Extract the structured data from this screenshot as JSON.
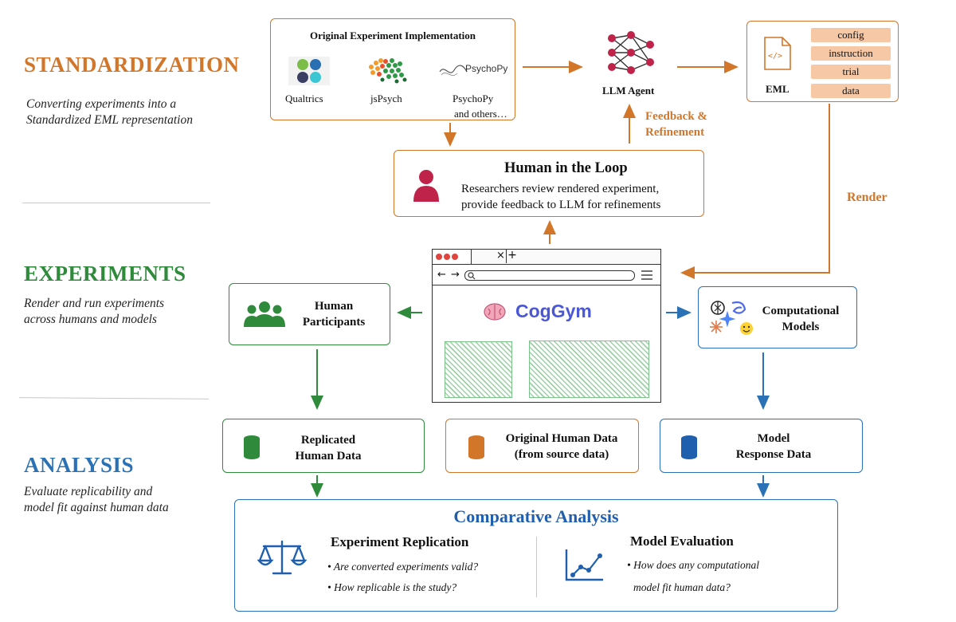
{
  "sections": {
    "standardization": {
      "title": "STANDARDIZATION",
      "desc1": "Converting experiments into a",
      "desc2": "Standardized EML representation",
      "color": "#d2762a"
    },
    "experiments": {
      "title": "EXPERIMENTS",
      "desc1": "Render and run experiments",
      "desc2": "across humans and models",
      "color": "#2f8a3c"
    },
    "analysis": {
      "title": "ANALYSIS",
      "desc1": "Evaluate replicability and",
      "desc2": "model fit against human data",
      "color": "#2a72b5"
    }
  },
  "original_impl": {
    "title": "Original Experiment Implementation",
    "qualtrics": "Qualtrics",
    "jspsych": "jsPsych",
    "psychopy": "PsychoPy",
    "psychopy_logo": "PsychoPy",
    "others": "and others…"
  },
  "llm_agent": {
    "label": "LLM Agent"
  },
  "eml": {
    "label": "EML",
    "file_glyph": "</>",
    "tags": [
      "config",
      "instruction",
      "trial",
      "data"
    ]
  },
  "feedback": {
    "line1": "Feedback &",
    "line2": "Refinement"
  },
  "render": {
    "label": "Render"
  },
  "human_loop": {
    "title": "Human in the Loop",
    "line1": "Researchers review rendered experiment,",
    "line2": "provide feedback to LLM for  refinements"
  },
  "browser": {
    "app_name": "CogGym",
    "tab_close": "×",
    "tab_new": "+",
    "nav_back": "←",
    "nav_forward": "→"
  },
  "human_participants": {
    "line1": "Human",
    "line2": "Participants"
  },
  "computational_models": {
    "line1": "Computational",
    "line2": "Models"
  },
  "replicated": {
    "line1": "Replicated",
    "line2": "Human Data"
  },
  "original_data": {
    "line1": "Original Human Data",
    "line2": "(from source data)"
  },
  "model_response": {
    "line1": "Model",
    "line2": "Response Data"
  },
  "comparative": {
    "title": "Comparative Analysis",
    "replication": {
      "title": "Experiment Replication",
      "q1": "• Are converted experiments valid?",
      "q2": "• How replicable is the study?"
    },
    "evaluation": {
      "title": "Model Evaluation",
      "q1": "• How does any computational",
      "q2": "model fit human data?"
    }
  },
  "colors": {
    "orange": "#d2762a",
    "green": "#2f8a3c",
    "blue": "#2a72b5"
  }
}
